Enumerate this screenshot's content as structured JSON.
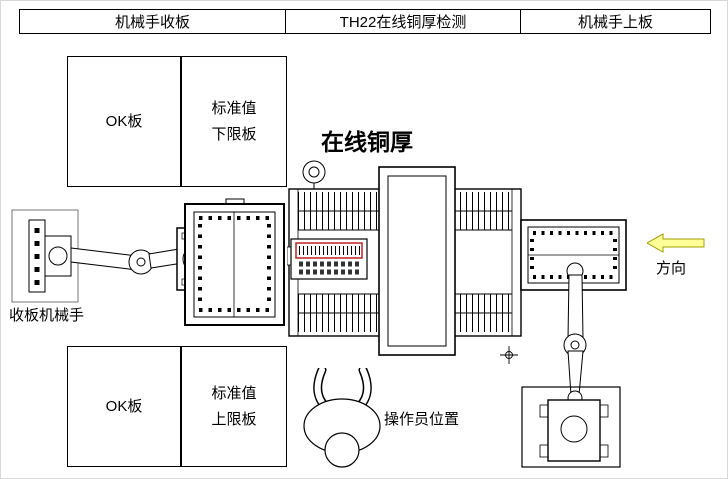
{
  "header": {
    "left": "机械手收板",
    "center": "TH22在线铜厚检测",
    "right": "机械手上板"
  },
  "stations": {
    "ok_top": "OK板",
    "lower_limit_line1": "标准值",
    "lower_limit_line2": "下限板",
    "ok_bottom": "OK板",
    "upper_limit_line1": "标准值",
    "upper_limit_line2": "上限板"
  },
  "machine": {
    "title": "在线铜厚"
  },
  "annotations": {
    "collect_robot": "收板机械手",
    "operator_position": "操作员位置",
    "direction": "方向"
  },
  "colors": {
    "line": "#000000",
    "accent_red": "#c02020",
    "arrow_fill": "#ffff99",
    "background": "#ffffff"
  }
}
